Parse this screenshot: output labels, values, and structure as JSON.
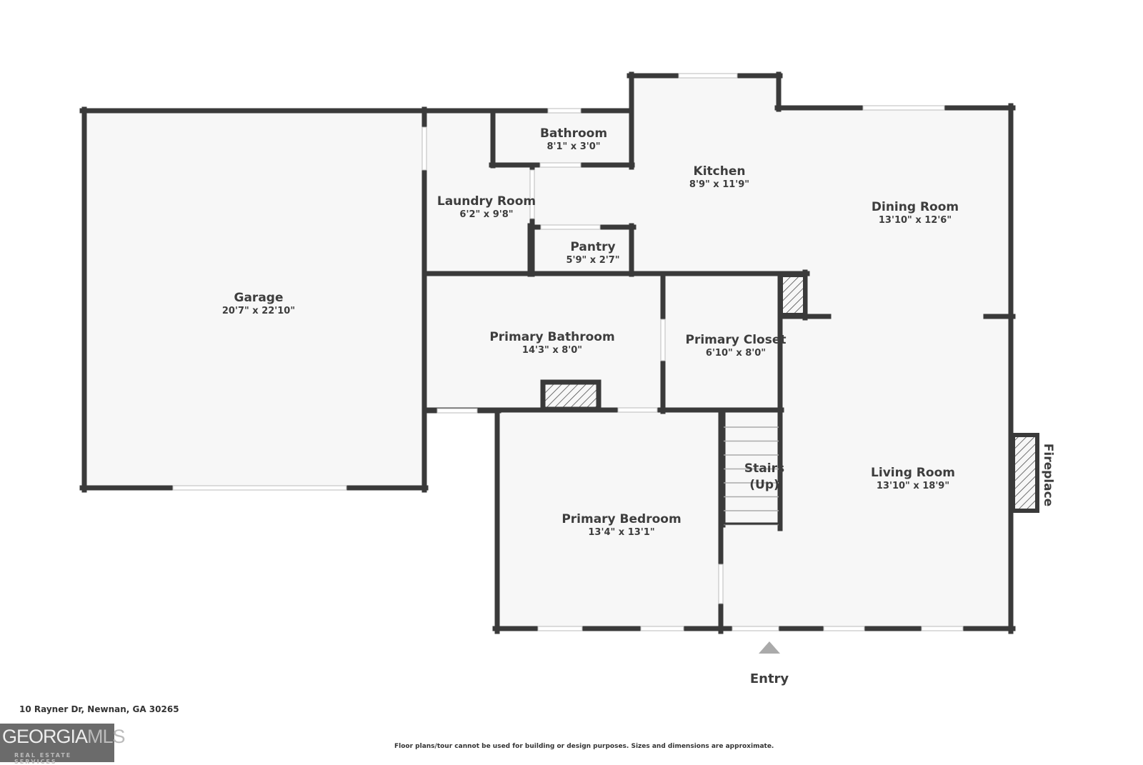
{
  "rooms": [
    {
      "name": "Garage",
      "dims": "20'7\" x 22'10\""
    },
    {
      "name": "Laundry Room",
      "dims": "6'2\" x 9'8\""
    },
    {
      "name": "Bathroom",
      "dims": "8'1\" x 3'0\""
    },
    {
      "name": "Kitchen",
      "dims": "8'9\" x 11'9\""
    },
    {
      "name": "Dining Room",
      "dims": "13'10\" x 12'6\""
    },
    {
      "name": "Pantry",
      "dims": "5'9\" x 2'7\""
    },
    {
      "name": "Primary Bathroom",
      "dims": "14'3\" x 8'0\""
    },
    {
      "name": "Primary Closet",
      "dims": "6'10\" x 8'0\""
    },
    {
      "name": "Stairs",
      "dims": "(Up)"
    },
    {
      "name": "Living Room",
      "dims": "13'10\" x 18'9\""
    },
    {
      "name": "Primary Bedroom",
      "dims": "13'4\" x 13'1\""
    }
  ],
  "fireplace_label": "Fireplace",
  "entry_label": "Entry",
  "address": "10 Rayner Dr, Newnan, GA 30265",
  "logo": {
    "text_main": "GEORGIA",
    "text_accent": "MLS",
    "tagline": "REAL ESTATE SERVICES"
  },
  "disclaimer": "Floor plans/tour cannot be used for building or design purposes. Sizes and dimensions are approximate.",
  "colors": {
    "wall": "#3a3a3a",
    "floor": "#f7f7f7",
    "text": "#3d3d3d"
  }
}
